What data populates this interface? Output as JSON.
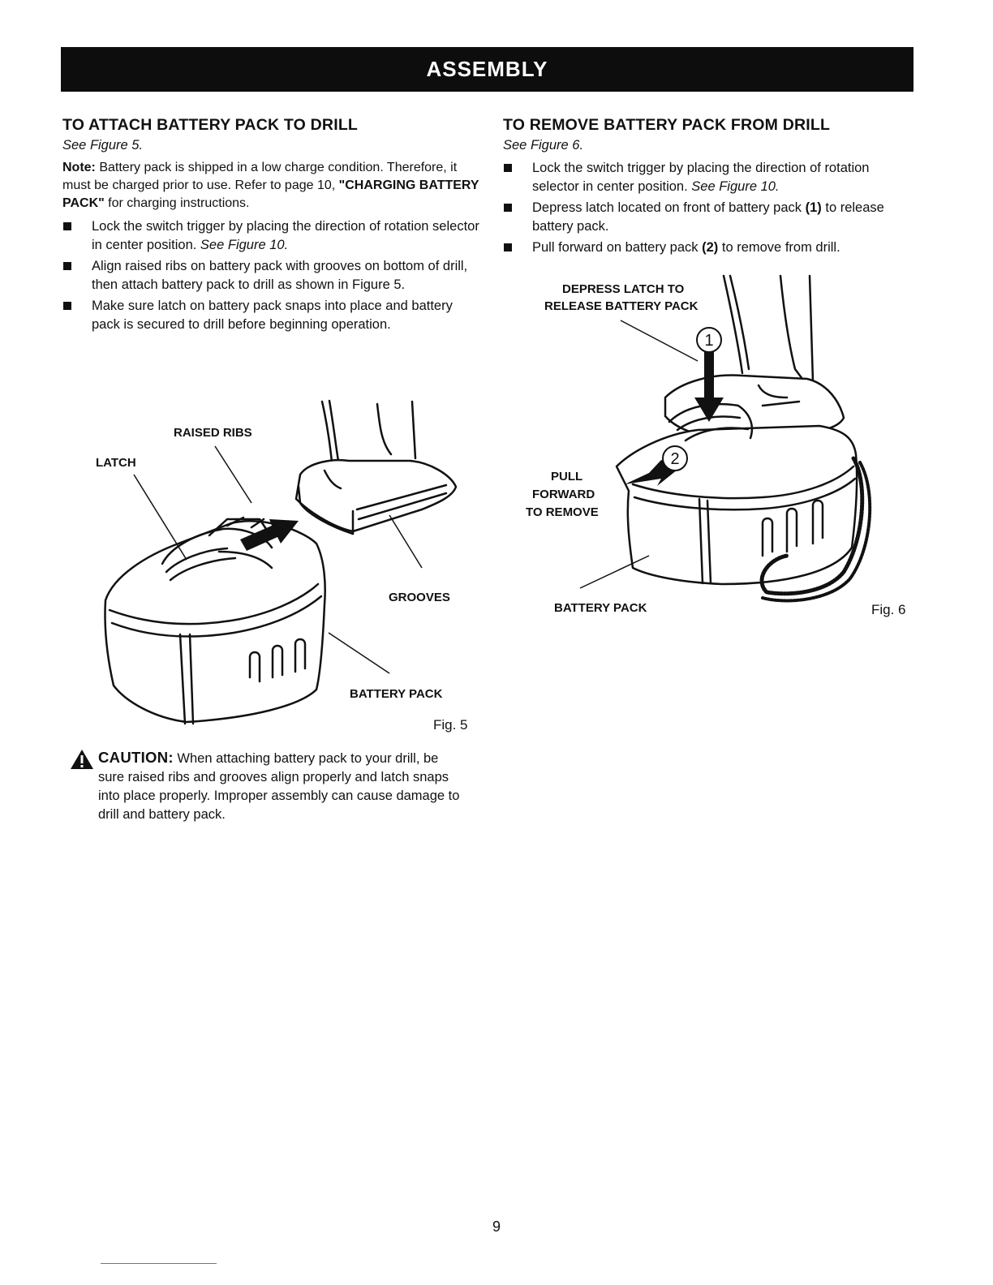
{
  "header": {
    "title": "ASSEMBLY"
  },
  "attach": {
    "title": "TO ATTACH BATTERY PACK TO DRILL",
    "see": "See Figure 5.",
    "note_label": "Note:",
    "note_text_1": " Battery pack is shipped in a low charge condition. Therefore, it must be charged prior to use. Refer to page 10, ",
    "note_ref": "\"CHARGING BATTERY PACK\"",
    "note_text_2": " for charging instructions.",
    "bullets": [
      {
        "text": "Lock the switch trigger by placing the direction of rotation selector in center position. ",
        "ref": "See Figure 10."
      },
      {
        "text": "Align raised ribs on battery pack with grooves on bottom of drill, then attach battery pack to drill as shown in Figure 5."
      },
      {
        "text": "Make sure latch on battery pack snaps into place and battery pack is secured to drill before beginning operation."
      }
    ]
  },
  "figure5": {
    "label_raised_ribs": "RAISED RIBS",
    "label_latch": "LATCH",
    "label_grooves": "GROOVES",
    "label_battery_pack": "BATTERY PACK",
    "caption": "Fig. 5"
  },
  "caution": {
    "label": "CAUTION:",
    "text": " When attaching battery pack to your drill, be sure raised ribs and grooves align properly and latch snaps into place properly. Improper assembly can cause damage to drill and battery pack."
  },
  "remove": {
    "title": "TO REMOVE BATTERY PACK FROM DRILL",
    "see": "See Figure 6.",
    "bullets": [
      {
        "text": "Lock the switch trigger by placing the direction of rotation selector in center position. ",
        "ref": "See Figure 10."
      },
      {
        "text": "Depress latch located on front of battery pack ",
        "bold": "(1)",
        "after": " to release battery pack."
      },
      {
        "text": "Pull forward on battery pack ",
        "bold": "(2)",
        "after": " to remove from drill."
      }
    ]
  },
  "figure6": {
    "label_depress_1": "DEPRESS LATCH TO",
    "label_depress_2": "RELEASE BATTERY PACK",
    "label_pull_1": "PULL",
    "label_pull_2": "FORWARD",
    "label_pull_3": "TO REMOVE",
    "label_battery_pack": "BATTERY PACK",
    "callout_1": "1",
    "callout_2": "2",
    "caption": "Fig. 6"
  },
  "page_number": "9"
}
